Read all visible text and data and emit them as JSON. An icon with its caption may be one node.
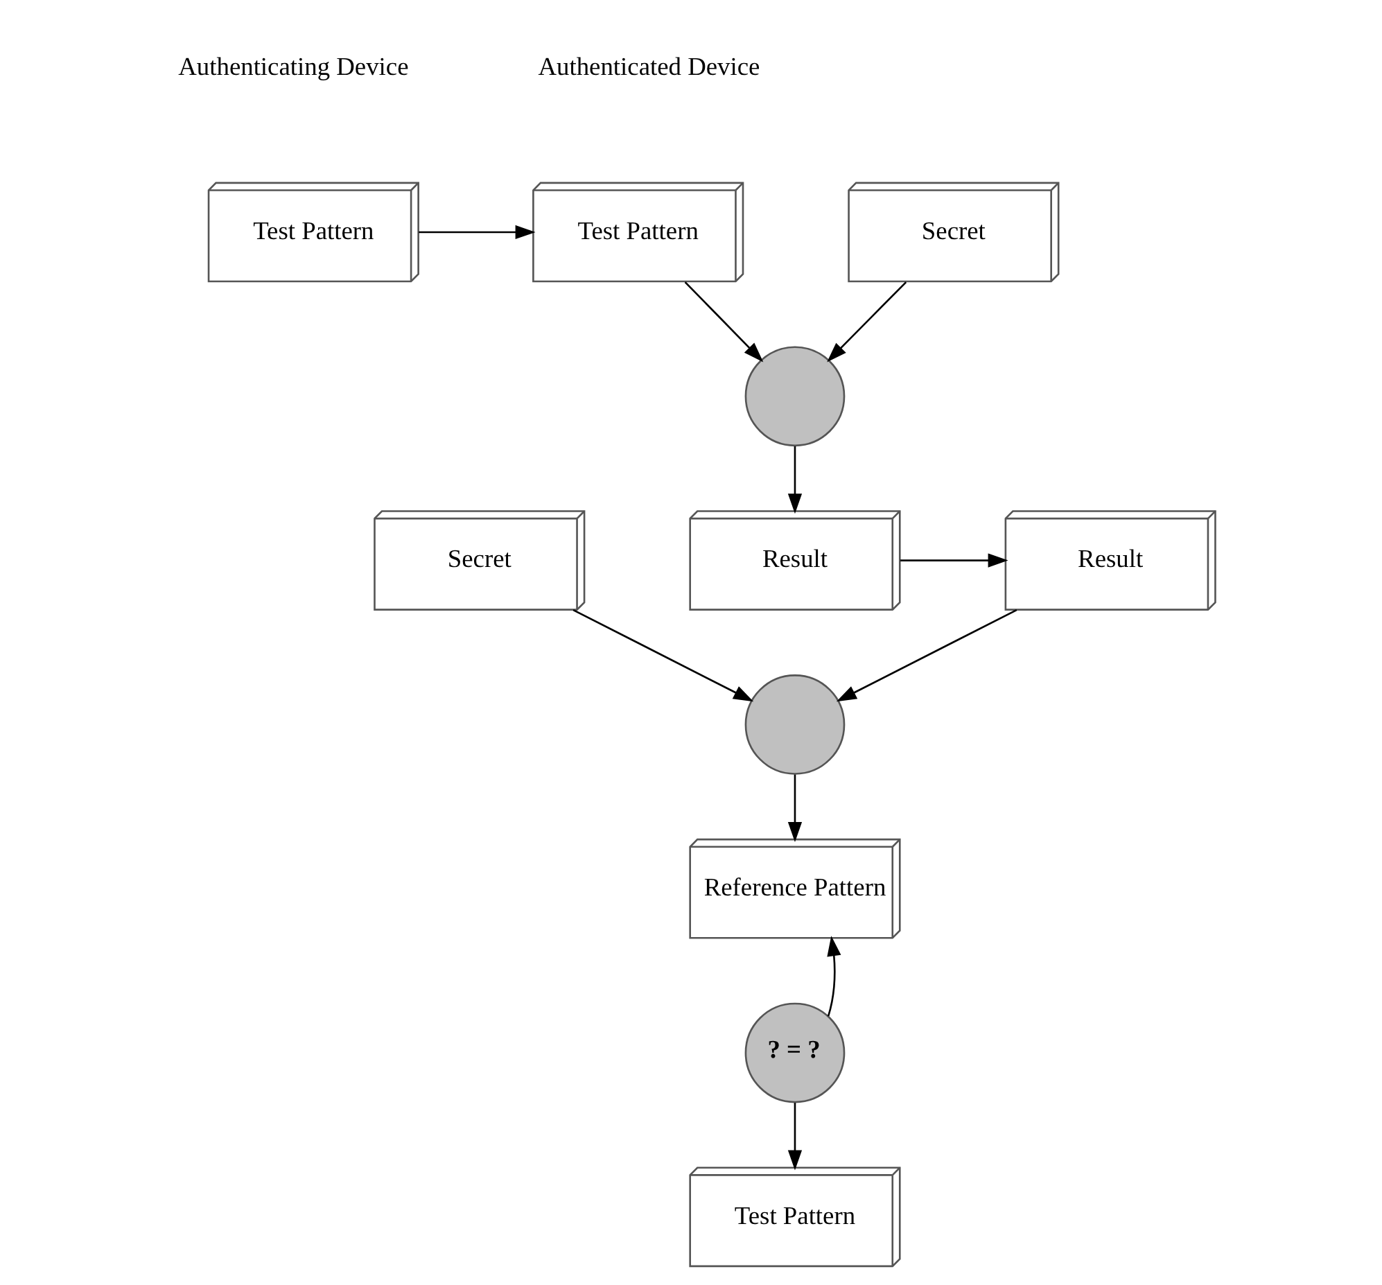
{
  "diagram": {
    "nodes": [
      {
        "text": [
          "Test Pattern"
        ]
      },
      {
        "text": [
          "Test Pattern"
        ]
      },
      {
        "text": [
          "Secret"
        ]
      },
      {
        "text": [],
        "shape": "circle"
      },
      {
        "text": [
          "Result"
        ]
      },
      {
        "text": [
          "Secret"
        ]
      },
      {
        "text": [
          "Result"
        ]
      },
      {
        "text": [],
        "shape": "circle"
      },
      {
        "text": [
          "Reference Pattern"
        ]
      },
      {
        "text": [
          "? = ?"
        ]
      },
      {
        "text": [
          "Test Pattern"
        ]
      }
    ],
    "edges": [
      {
        "from": 0,
        "to": 1,
        "arrow": "to"
      },
      {
        "from": 1,
        "to": 3,
        "arrow": "to"
      },
      {
        "from": 2,
        "to": 3,
        "arrow": "to"
      },
      {
        "from": 3,
        "to": 4,
        "arrow": "to"
      },
      {
        "from": 4,
        "to": 6,
        "arrow": "to"
      },
      {
        "from": 5,
        "to": 7,
        "arrow": "to"
      },
      {
        "from": 6,
        "to": 7,
        "arrow": "to"
      },
      {
        "from": 7,
        "to": 8,
        "arrow": "to"
      },
      {
        "from": 9,
        "to": 8,
        "arrow": "to"
      },
      {
        "from": 9,
        "to": 10,
        "arrow": "to"
      }
    ],
    "labels": [
      "Authenticating Device",
      "Authenticated Device"
    ]
  }
}
